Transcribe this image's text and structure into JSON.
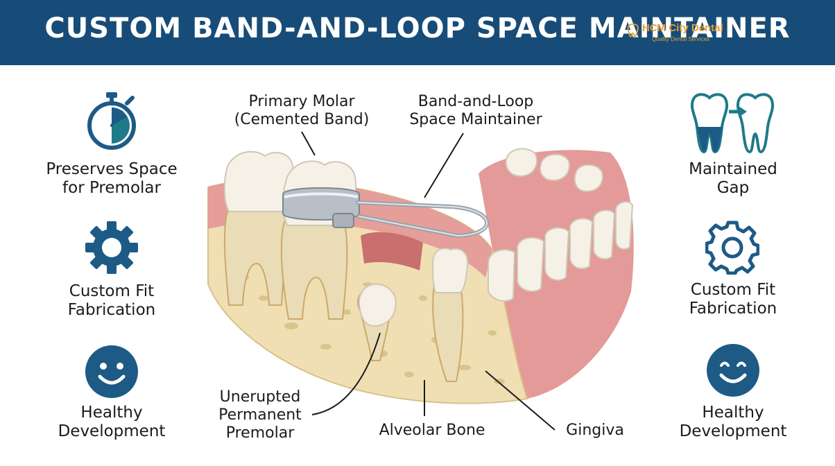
{
  "header": {
    "title": "CUSTOM BAND-AND-LOOP SPACE MAINTAINER"
  },
  "watermark": {
    "name": "HCM City Dental",
    "tagline": "Quality Dental Services"
  },
  "left_features": [
    {
      "icon": "stopwatch-icon",
      "line1": "Preserves Space",
      "line2": "for Premolar"
    },
    {
      "icon": "gear-icon",
      "line1": "Custom Fit",
      "line2": "Fabrication"
    },
    {
      "icon": "smiley-icon",
      "line1": "Healthy",
      "line2": "Development"
    }
  ],
  "right_features": [
    {
      "icon": "tooth-arrow-icon",
      "line1": "Maintained",
      "line2": "Gap"
    },
    {
      "icon": "gear-outline-icon",
      "line1": "Custom Fit",
      "line2": "Fabrication"
    },
    {
      "icon": "smiley-icon",
      "line1": "Healthy",
      "line2": "Development"
    }
  ],
  "callouts": {
    "primary_molar": {
      "line1": "Primary Molar",
      "line2": "(Cemented Band)"
    },
    "band_loop": {
      "line1": "Band-and-Loop",
      "line2": "Space Maintainer"
    },
    "unerupted": {
      "line1": "Unerupted",
      "line2": "Permanent",
      "line3": "Premolar"
    },
    "alveolar_bone": "Alveolar Bone",
    "gingiva": "Gingiva"
  },
  "colors": {
    "header": "#174c78",
    "icon_blue": "#1d5a86",
    "icon_teal": "#1e7a87",
    "gum": "#e49a98",
    "bone": "#f0dfb3",
    "tooth": "#f6f1e6",
    "metal": "#b9bfc6"
  }
}
